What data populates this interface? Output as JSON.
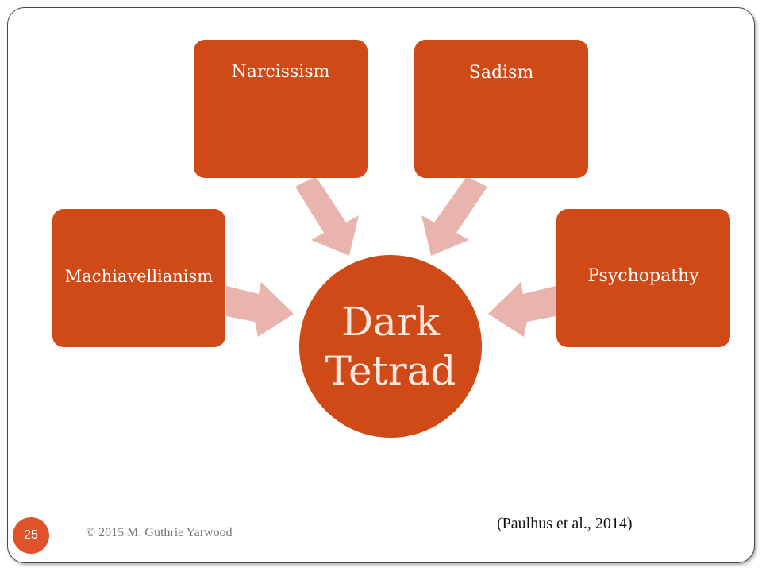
{
  "diagram": {
    "center_label_line1": "Dark",
    "center_label_line2": "Tetrad",
    "nodes": {
      "narcissism": "Narcissism",
      "sadism": "Sadism",
      "machiavellianism": "Machiavellianism",
      "psychopathy": "Psychopathy"
    }
  },
  "citation": "(Paulhus et al., 2014)",
  "footer": {
    "slide_number": "25",
    "copyright": "© 2015 M. Guthrie Yarwood"
  },
  "colors": {
    "box_fill": "#d04a18",
    "arrow_fill": "#e8b4ad",
    "slide_number_fill": "#e0532a"
  }
}
